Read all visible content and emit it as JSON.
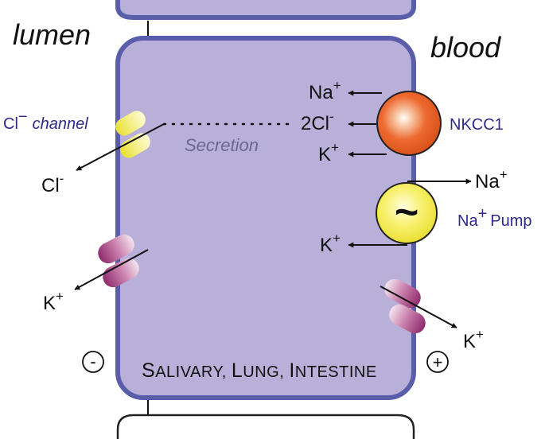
{
  "labels": {
    "lumen": "lumen",
    "blood": "blood",
    "secretion": "Secretion",
    "tissues": [
      {
        "cap": "S",
        "rest": "ALIVARY, "
      },
      {
        "cap": "L",
        "rest": "UNG, "
      },
      {
        "cap": "I",
        "rest": "NTESTINE"
      }
    ],
    "minus": "-",
    "plus": "+"
  },
  "cl_channel": {
    "ion": "Cl",
    "charge": "−",
    "name": "channel"
  },
  "nkcc1": {
    "name": "NKCC1"
  },
  "na_pump": {
    "ion": "Na",
    "charge": "+",
    "name": "Pump",
    "symbol": "~"
  },
  "ions": {
    "na_nkcc": {
      "text": "Na",
      "charge": "+"
    },
    "cl_nkcc": {
      "text": "2Cl",
      "charge": "-"
    },
    "k_nkcc": {
      "text": "K",
      "charge": "+"
    },
    "na_pump_out": {
      "text": "Na",
      "charge": "+"
    },
    "k_pump_in": {
      "text": "K",
      "charge": "+"
    },
    "cl_lumen": {
      "text": "Cl",
      "charge": "-"
    },
    "k_lumen": {
      "text": "K",
      "charge": "+"
    },
    "k_blood": {
      "text": "K",
      "charge": "+"
    }
  },
  "colors": {
    "cell_fill": "#b8b0d8",
    "membrane": "#5a5eaa",
    "cl_channel": "#f2ea70",
    "k_channel": "#a0407e",
    "nkcc1": "#ee6a30",
    "pump": "#f2ea40",
    "label_blue": "#2f2a8a"
  }
}
